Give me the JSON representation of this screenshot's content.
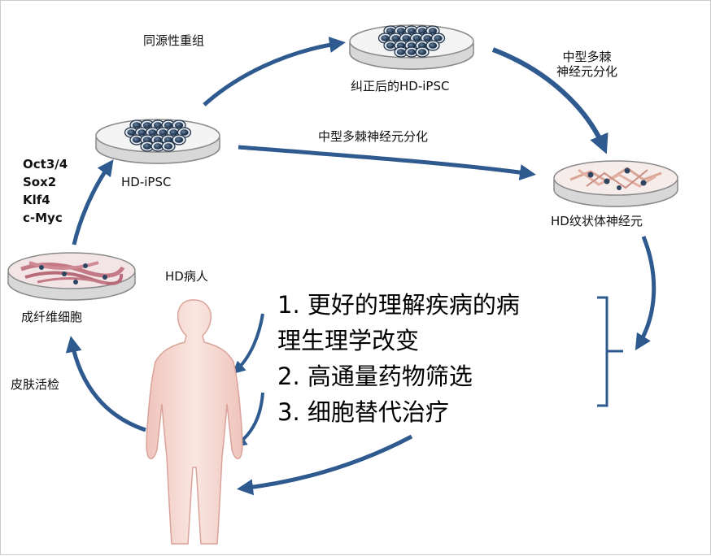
{
  "labels": {
    "homologous_recombination": "同源性重组",
    "corrected_ipsc": "纠正后的HD-iPSC",
    "diff_top": "中型多棘\n神经元分化",
    "diff_middle": "中型多棘神经元分化",
    "hd_ipsc": "HD-iPSC",
    "hd_neurons": "HD纹状体神经元",
    "hd_patient": "HD病人",
    "fibroblast": "成纤维细胞",
    "skin_biopsy": "皮肤活检"
  },
  "factors": [
    "Oct3/4",
    "Sox2",
    "Klf4",
    "c-Myc"
  ],
  "benefits": {
    "line1": "1. 更好的理解疾病的病",
    "line2": "理生理学改变",
    "line3": "2. 高通量药物筛选",
    "line4": "3. 细胞替代治疗"
  },
  "colors": {
    "arrow": "#2f5a8f",
    "cell_dark": "#2d4560",
    "cell_light": "#dfe6ee",
    "dish_rim": "#8a8a8a",
    "body_fill": "#f7d9d3",
    "body_stroke": "#d9a39a",
    "fibroblast_cell": "#c47a86",
    "neuron_cell": "#e3b0a3"
  }
}
